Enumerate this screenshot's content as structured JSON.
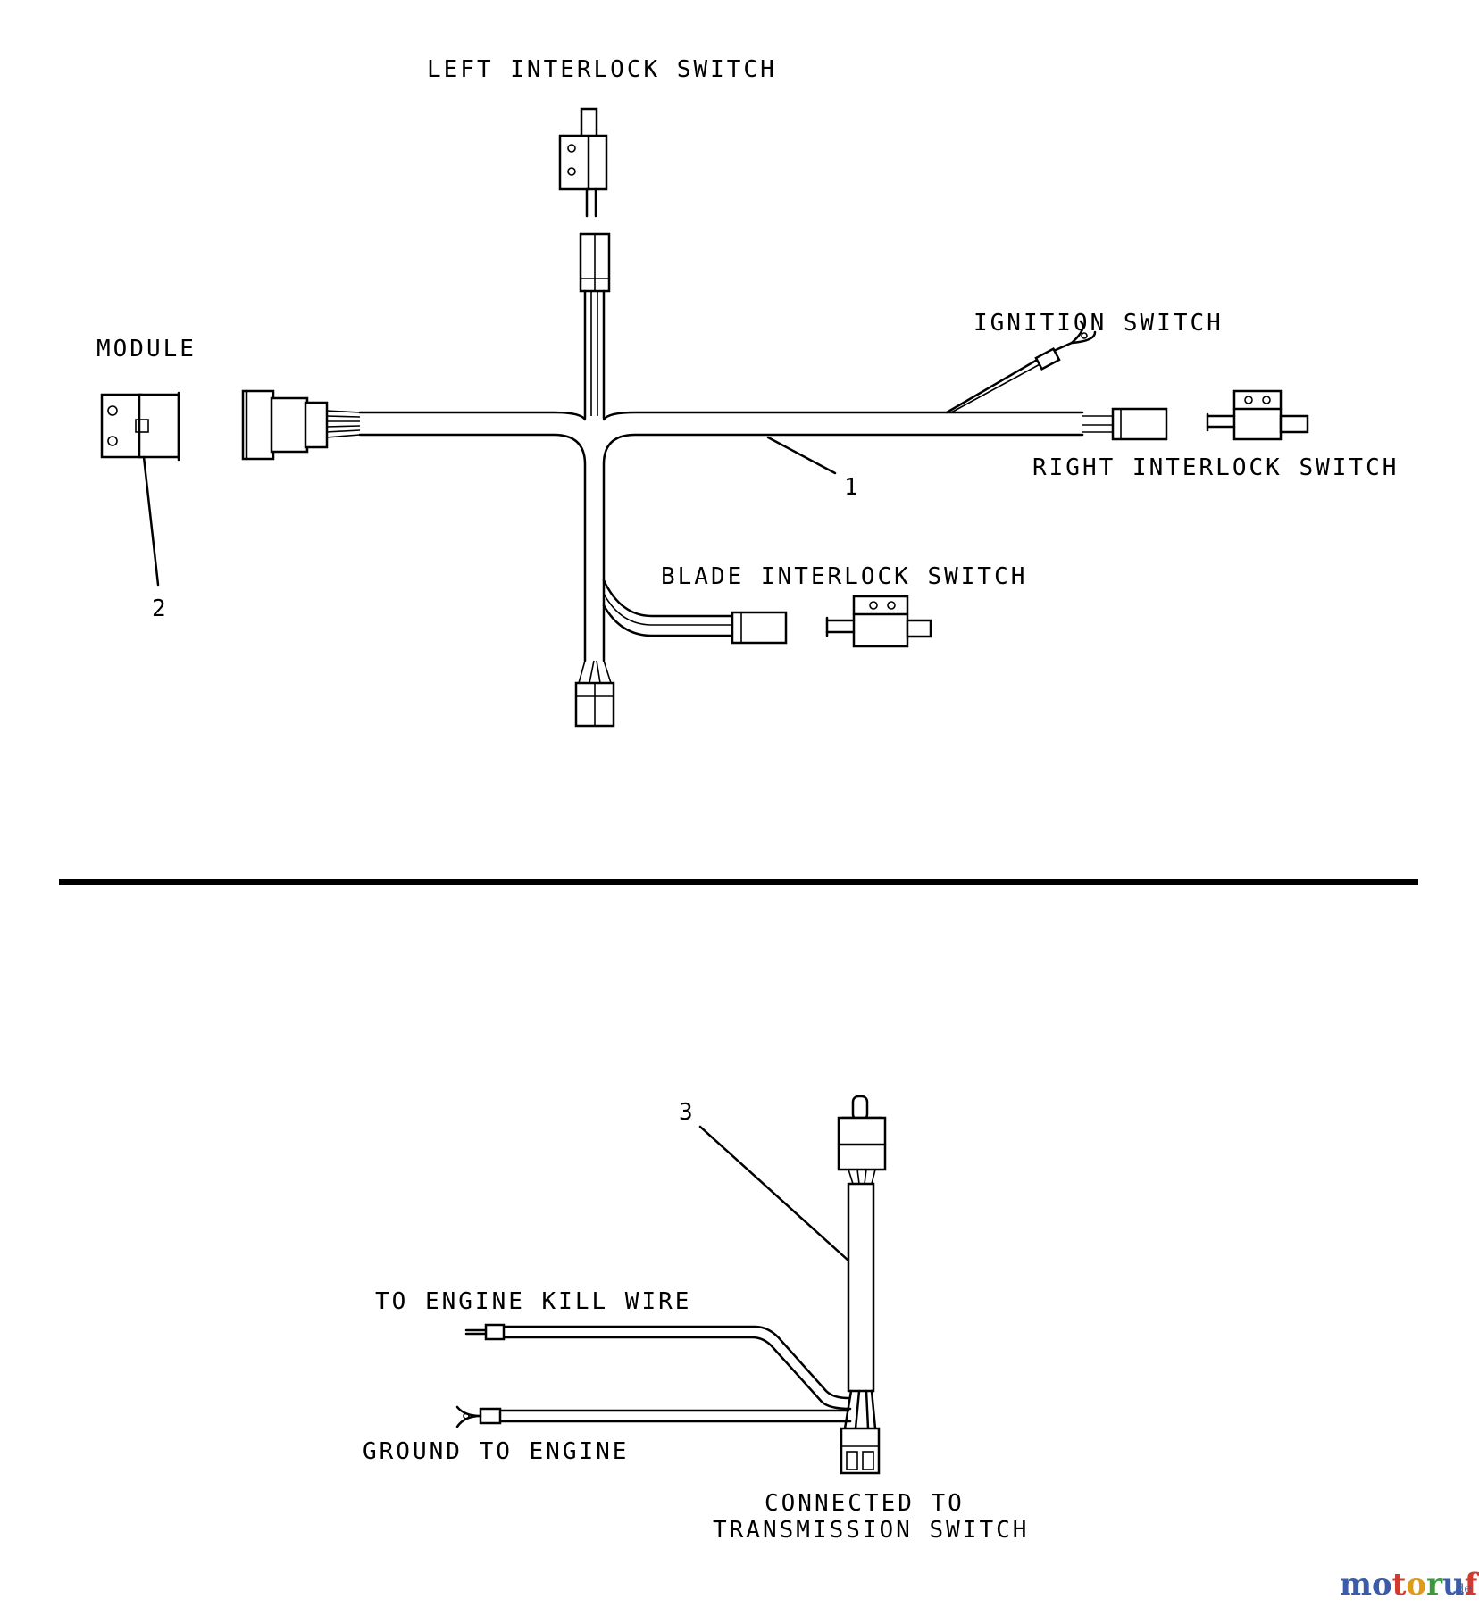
{
  "diagram": {
    "labels": {
      "left_interlock": "LEFT INTERLOCK SWITCH",
      "module": "MODULE",
      "ignition": "IGNITION SWITCH",
      "right_interlock": "RIGHT INTERLOCK SWITCH",
      "blade_interlock": "BLADE INTERLOCK SWITCH",
      "engine_kill": "TO ENGINE KILL WIRE",
      "ground": "GROUND TO ENGINE",
      "connected_line1": "CONNECTED TO",
      "connected_line2": "TRANSMISSION SWITCH"
    },
    "callouts": {
      "harness": "1",
      "module": "2",
      "trans_harness": "3"
    }
  },
  "watermark": {
    "letters": [
      "m",
      "o",
      "t",
      "o",
      "r",
      "u",
      "f"
    ],
    "colors": [
      "#3b5ca8",
      "#3b5ca8",
      "#d23a2e",
      "#e09a1a",
      "#3a9a3a",
      "#3b5ca8",
      "#d23a2e"
    ],
    "suffix": ".de"
  }
}
